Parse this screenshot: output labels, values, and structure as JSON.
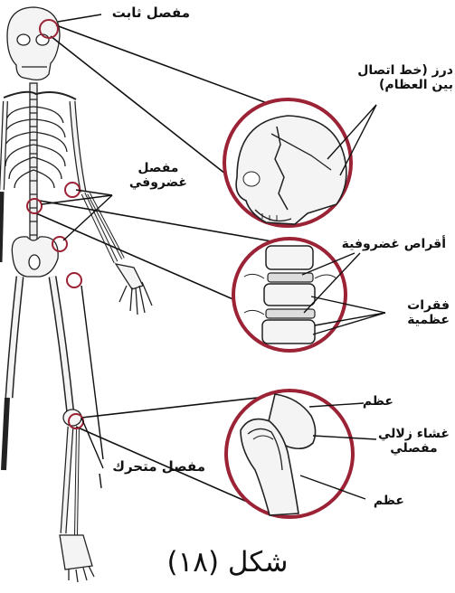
{
  "labels": {
    "fixed_joint": "مفصل ثابت",
    "suture_line1": "درز (خط اتصال",
    "suture_line2": "بين العظام)",
    "cartilage_joint_line1": "مفصل",
    "cartilage_joint_line2": "غضروفي",
    "cartilage_discs": "أقراص غضروفية",
    "vertebrae_line1": "فقرات",
    "vertebrae_line2": "عظمية",
    "movable_joint": "مفصل متحرك",
    "bone_top": "عظم",
    "synovial_line1": "غشاء زلالي",
    "synovial_line2": "مفصلي",
    "bone_bottom": "عظم"
  },
  "caption": "شكل (١٨)",
  "colors": {
    "circle_stroke": "#9b2335",
    "line": "#111111",
    "bone_fill": "#f4f4f4"
  }
}
